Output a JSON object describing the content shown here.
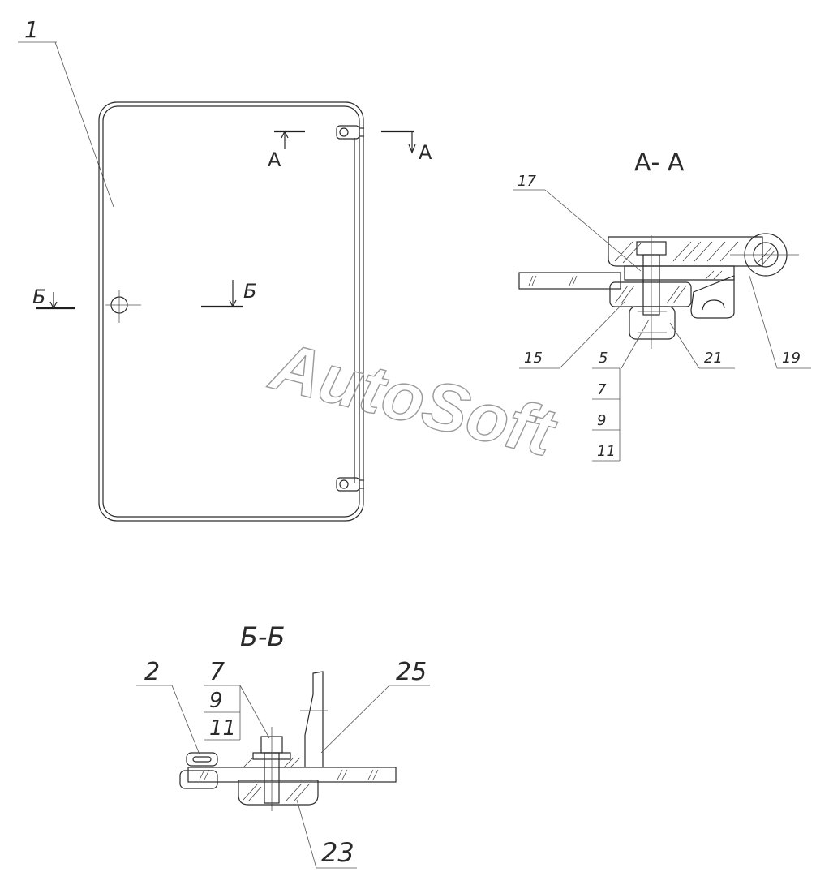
{
  "watermark": "AutoSoft",
  "front_view": {
    "part_label": "1",
    "section_a_left": "А",
    "section_a_right": "А",
    "section_b_left": "Б",
    "section_b_right": "Б"
  },
  "section_aa": {
    "title": "А- А",
    "labels": [
      "17",
      "15",
      "5",
      "21",
      "19"
    ],
    "stack": [
      "7",
      "9",
      "11"
    ]
  },
  "section_bb": {
    "title": "Б-Б",
    "labels": [
      "2",
      "7",
      "25",
      "23"
    ],
    "stack": [
      "9",
      "11"
    ]
  },
  "colors": {
    "ink": "#2a2a2a",
    "paper": "#ffffff",
    "watermark": "#9a9a9a"
  }
}
